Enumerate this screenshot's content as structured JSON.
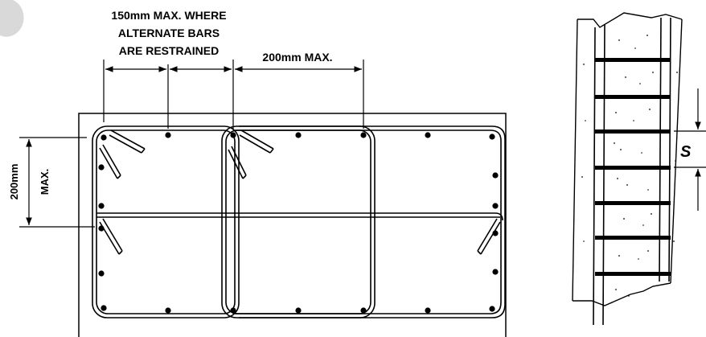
{
  "section": {
    "note_restrained": [
      "150mm MAX. WHERE",
      "ALTERNATE BARS",
      "ARE RESTRAINED"
    ],
    "dim_top": "200mm MAX.",
    "dim_side": [
      "200mm",
      "MAX."
    ]
  },
  "elevation": {
    "spacing_label": "S"
  },
  "colors": {
    "line": "#000000",
    "concrete": "#ffffff",
    "corner_mark": "#d9d9d9"
  }
}
